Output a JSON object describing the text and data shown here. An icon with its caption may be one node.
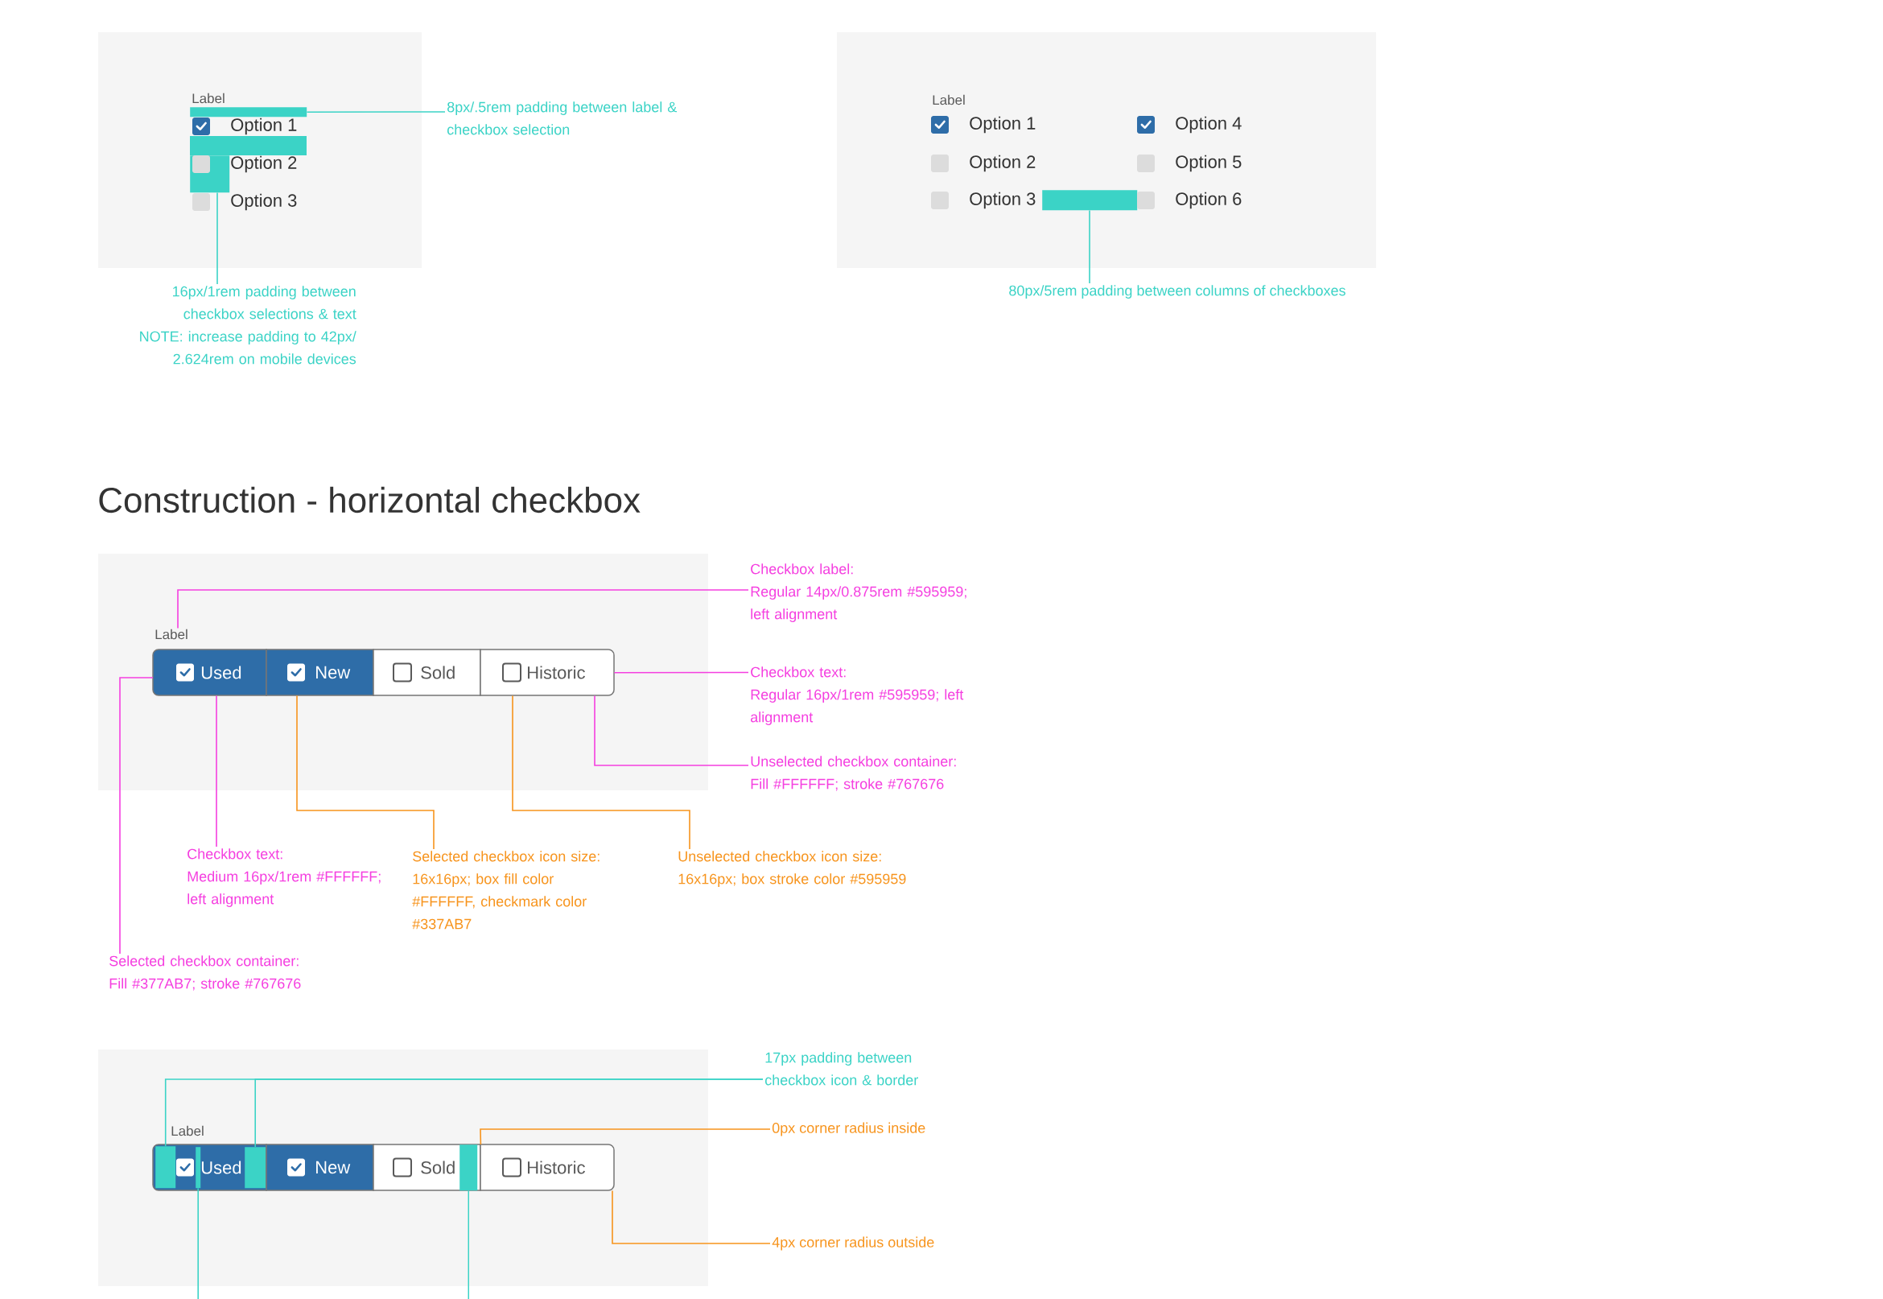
{
  "diagram": {
    "title": "Construction - horizontal checkbox",
    "nodes": [
      {
        "text": [],
        "shape": "bar"
      },
      {
        "text": [
          "8px/.5rem padding between label & checkbox selection"
        ]
      },
      {
        "text": [],
        "shape": "bar"
      },
      {
        "text": [
          "16px/1rem padding between checkbox selections & text",
          "NOTE: increase padding to 42px/ 2.624rem on mobile devices"
        ]
      },
      {
        "text": [],
        "shape": "bar"
      },
      {
        "text": [
          "80px/5rem padding between columns of checkboxes"
        ]
      },
      {
        "text": [
          "Label"
        ]
      },
      {
        "text": [
          "Used"
        ]
      },
      {
        "text": [
          "New"
        ]
      },
      {
        "text": [
          "Sold"
        ]
      },
      {
        "text": [
          "Historic"
        ]
      },
      {
        "text": [
          "Checkbox label:",
          "Regular 14px/0.875rem #595959; left alignment"
        ]
      },
      {
        "text": [
          "Checkbox text:",
          "Regular 16px/1rem #595959; left alignment"
        ]
      },
      {
        "text": [
          "Unselected checkbox container:",
          "Fill #FFFFFF; stroke #767676"
        ]
      },
      {
        "text": [
          "Checkbox text:",
          "Medium 16px/1rem #FFFFFF; left alignment"
        ]
      },
      {
        "text": [
          "Selected checkbox icon size:",
          "16x16px; box fill color #FFFFFF, checkmark color #337AB7"
        ]
      },
      {
        "text": [
          "Unselected checkbox icon size:",
          "16x16px; box stroke color #595959"
        ]
      },
      {
        "text": [
          "Selected checkbox container:",
          "Fill #377AB7; stroke #767676"
        ]
      },
      {
        "text": [
          "Used"
        ]
      },
      {
        "text": [],
        "shape": "bar",
        "in": 18
      },
      {
        "text": [],
        "shape": "bar",
        "in": 18
      },
      {
        "text": [],
        "shape": "bar",
        "in": 18
      },
      {
        "text": [
          "New"
        ]
      },
      {
        "text": [
          "Sold"
        ]
      },
      {
        "text": [],
        "shape": "bar",
        "in": 23
      },
      {
        "text": [
          "Historic"
        ]
      },
      {
        "text": [
          "17px padding between checkbox icon & border"
        ]
      },
      {
        "text": [
          "0px corner radius inside"
        ]
      },
      {
        "text": [
          "4px corner radius outside"
        ]
      }
    ],
    "edges": [
      {
        "from": 1,
        "to": 0,
        "arrow": "none"
      },
      {
        "from": 3,
        "to": 2,
        "arrow": "none"
      },
      {
        "from": 5,
        "to": 4,
        "arrow": "none"
      },
      {
        "from": 11,
        "to": 6,
        "arrow": "none",
        "color": "#f53fe0"
      },
      {
        "from": 12,
        "to": 10,
        "arrow": "none",
        "color": "#f53fe0"
      },
      {
        "from": 13,
        "to": 10,
        "arrow": "none",
        "color": "#f53fe0"
      },
      {
        "from": 14,
        "to": 7,
        "arrow": "none",
        "color": "#f53fe0"
      },
      {
        "from": 15,
        "to": 8,
        "arrow": "none",
        "color": "#f7941d"
      },
      {
        "from": 16,
        "to": 10,
        "arrow": "none",
        "color": "#f7941d"
      },
      {
        "from": 17,
        "to": 7,
        "arrow": "none",
        "color": "#f53fe0"
      },
      {
        "from": 26,
        "to": 19,
        "arrow": "none"
      },
      {
        "from": 26,
        "to": 21,
        "arrow": "none"
      },
      {
        "from": null,
        "to": 20,
        "arrow": "none"
      },
      {
        "from": null,
        "to": 24,
        "arrow": "none"
      },
      {
        "from": 27,
        "to": 23,
        "arrow": "none",
        "color": "#f7941d"
      },
      {
        "from": 28,
        "to": 25,
        "arrow": "none",
        "color": "#f7941d"
      }
    ],
    "labels": [
      "Label",
      "Option 1",
      "Option 2",
      "Option 3",
      "Label",
      "Option 1",
      "Option 4",
      "Option 2",
      "Option 5",
      "Option 3",
      "Option 6",
      "Label"
    ]
  }
}
